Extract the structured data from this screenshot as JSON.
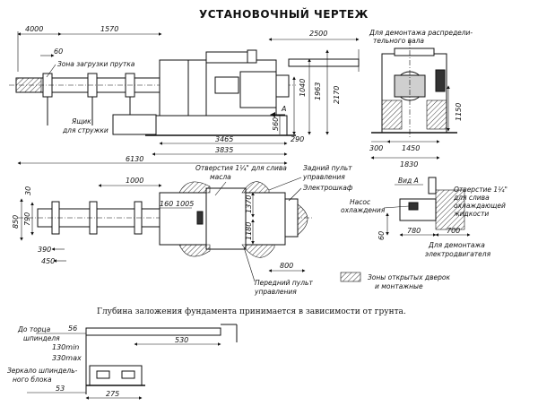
{
  "title": "УСТАНОВОЧНЫЙ ЧЕРТЕЖ",
  "side_view": {
    "dims": {
      "d4000": "4000",
      "d1570": "1570",
      "d60": "60",
      "d2500": "2500",
      "d1040": "1040",
      "d1963": "1963",
      "d2170": "2170",
      "d560": "560",
      "d3465": "3465",
      "d290": "290",
      "d3835": "3835",
      "d6130": "6130"
    },
    "labels": {
      "loading_zone": "Зона загрузки прутка",
      "chip_box_1": "Ящик",
      "chip_box_2": "для стружки",
      "disassembly_1": "Для демонтажа распредели-",
      "disassembly_2": "тельного вала",
      "view_mark": "А"
    }
  },
  "end_view": {
    "dims": {
      "d1150": "1150",
      "d300": "300",
      "d1450": "1450",
      "d1830": "1830"
    }
  },
  "plan_view": {
    "dims": {
      "d30": "30",
      "d850": "850",
      "d790": "790",
      "d1000": "1000",
      "d160": "160",
      "d1005": "1005",
      "d1370": "1370",
      "d1180": "1180",
      "d390": "390",
      "d450": "450",
      "d800": "800"
    },
    "labels": {
      "oil_drain_1": "Отверстия 1¼\" для слива",
      "oil_drain_2": "масла",
      "rear_panel_1": "Задний пульт",
      "rear_panel_2": "управления",
      "electro_cabinet": "Электрошкаф",
      "front_panel_1": "Передний пульт",
      "front_panel_2": "управления"
    }
  },
  "view_a": {
    "labels": {
      "view_title": "Вид А",
      "coolant_drain_1": "Отверстие 1¼\"",
      "coolant_drain_2": "для слива",
      "coolant_drain_3": "охлаждающей",
      "coolant_drain_4": "жидкости",
      "pump_1": "Насос",
      "pump_2": "охлаждения",
      "motor_1": "Для демонтажа",
      "motor_2": "электродвигателя"
    },
    "dims": {
      "d60": "60",
      "d780": "780",
      "d700": "700"
    }
  },
  "legend": {
    "text_1": "Зоны открытых дверок",
    "text_2": "и монтажные"
  },
  "foundation_note": "Глубина заложения фундамента принимается в зависимости от грунта.",
  "bottom_view": {
    "labels": {
      "spindle_end_1": "До торца",
      "spindle_end_2": "шпинделя",
      "mirror_1": "Зеркало шпиндель-",
      "mirror_2": "ного блока"
    },
    "dims": {
      "d56": "56",
      "d530": "530",
      "d130min": "130min",
      "d330max": "330max",
      "d53": "53",
      "d275": "275"
    }
  }
}
